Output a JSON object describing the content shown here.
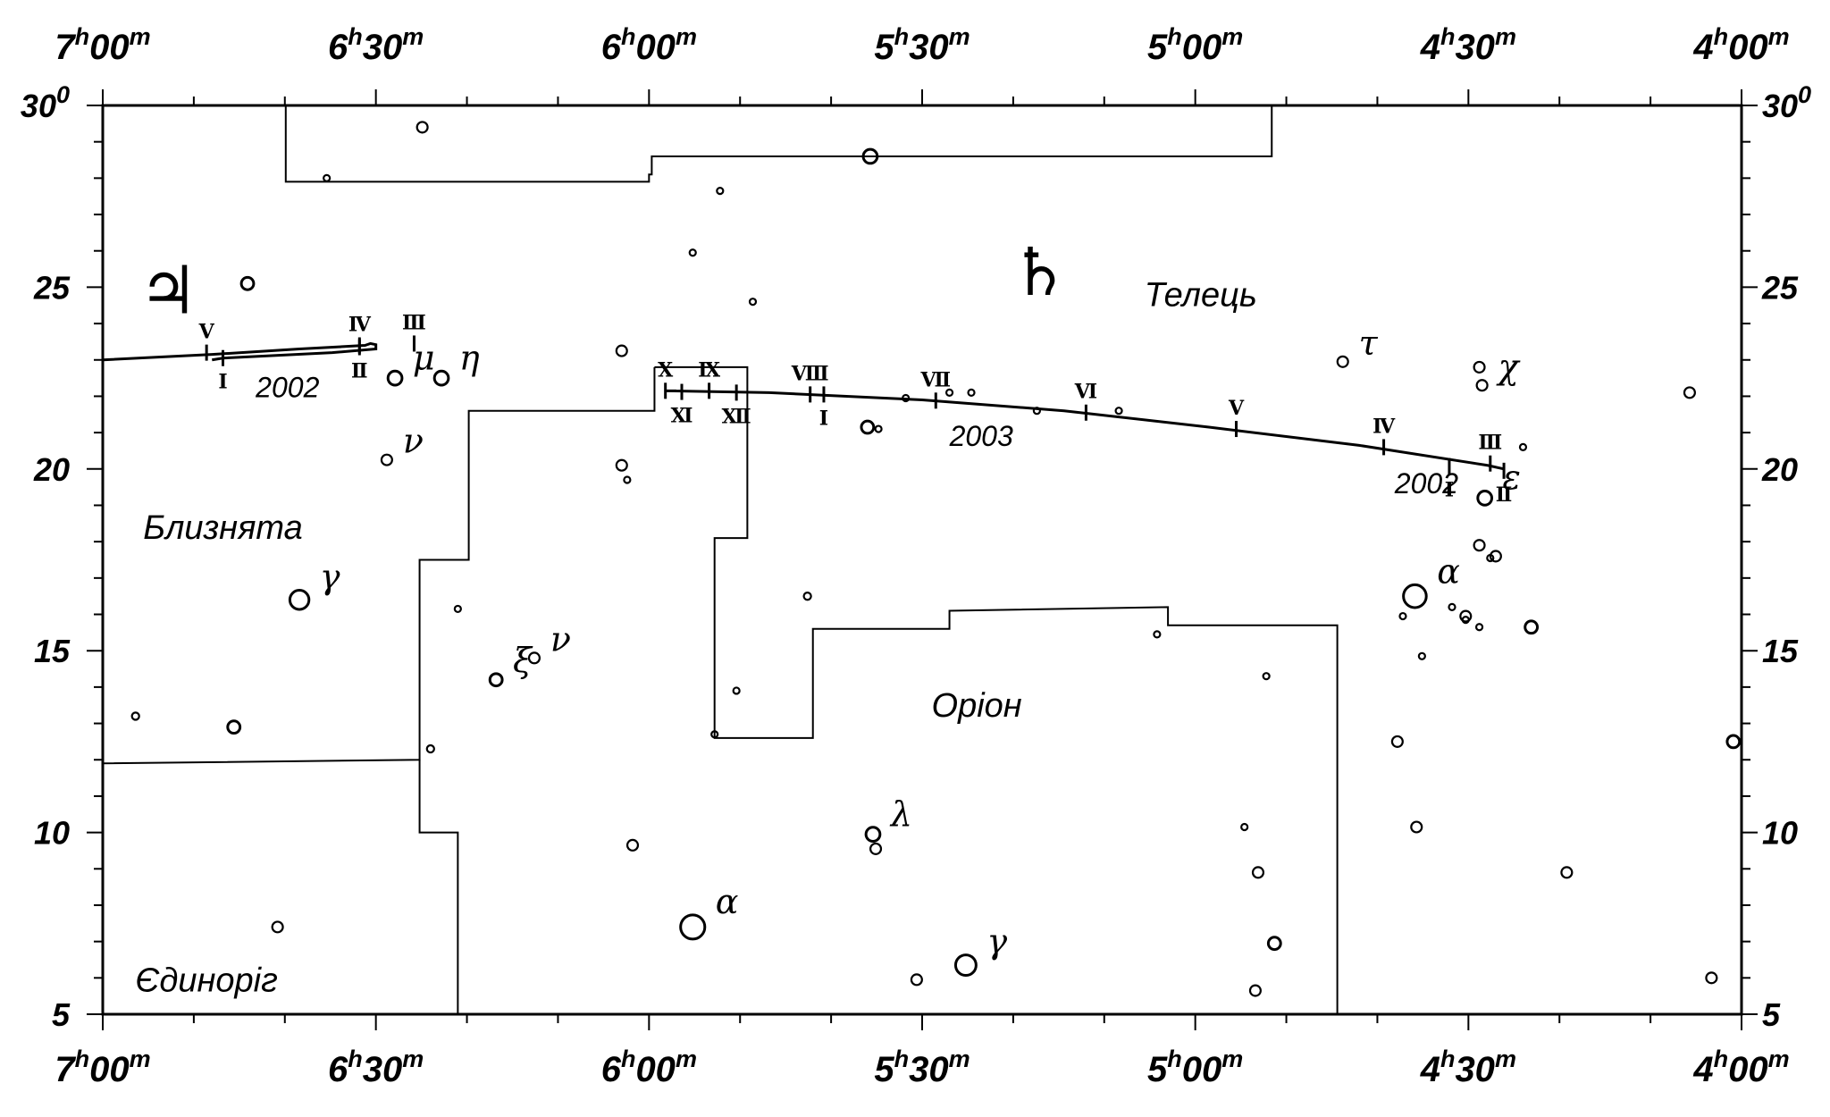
{
  "chart_data": {
    "type": "star-chart",
    "ra_axis": {
      "ticks_top": [
        {
          "h": "7",
          "m": "00",
          "ra": 7.0
        },
        {
          "h": "6",
          "m": "30",
          "ra": 6.5
        },
        {
          "h": "6",
          "m": "00",
          "ra": 6.0
        },
        {
          "h": "5",
          "m": "30",
          "ra": 5.5
        },
        {
          "h": "5",
          "m": "00",
          "ra": 5.0
        },
        {
          "h": "4",
          "m": "30",
          "ra": 4.5
        },
        {
          "h": "4",
          "m": "00",
          "ra": 4.0
        }
      ],
      "range": [
        7.0,
        4.0
      ],
      "h_sup": "h",
      "m_sup": "m"
    },
    "dec_axis": {
      "ticks": [
        {
          "label": "30",
          "dec": 30
        },
        {
          "label": "25",
          "dec": 25
        },
        {
          "label": "20",
          "dec": 20
        },
        {
          "label": "15",
          "dec": 15
        },
        {
          "label": "10",
          "dec": 10
        },
        {
          "label": "5",
          "dec": 5
        }
      ],
      "range": [
        5,
        30
      ],
      "deg_sup": "0"
    },
    "constellation_labels": [
      {
        "text": "Телець",
        "ra": 4.99,
        "dec": 24.8
      },
      {
        "text": "Близнята",
        "ra": 6.78,
        "dec": 18.4
      },
      {
        "text": "Оріон",
        "ra": 5.4,
        "dec": 13.5
      },
      {
        "text": "Єдиноріг",
        "ra": 6.81,
        "dec": 5.95
      }
    ],
    "boundaries": [
      [
        [
          6.665,
          30.0
        ],
        [
          6.665,
          27.9
        ],
        [
          6.0,
          27.9
        ],
        [
          6.0,
          27.9
        ],
        [
          6.0,
          28.1
        ],
        [
          5.995,
          28.1
        ],
        [
          5.995,
          28.6
        ],
        [
          4.86,
          28.6
        ],
        [
          4.86,
          30.0
        ]
      ],
      [
        [
          7.0,
          23.0
        ]
      ],
      [
        [
          5.99,
          22.8
        ],
        [
          5.99,
          21.6
        ],
        [
          6.33,
          21.6
        ],
        [
          6.33,
          17.5
        ],
        [
          6.42,
          17.5
        ],
        [
          6.42,
          12.0
        ],
        [
          7.0,
          11.9
        ]
      ],
      [
        [
          5.99,
          22.8
        ],
        [
          5.82,
          22.8
        ],
        [
          5.82,
          18.1
        ],
        [
          5.88,
          18.1
        ],
        [
          5.88,
          12.6
        ],
        [
          5.7,
          12.6
        ],
        [
          5.7,
          15.6
        ],
        [
          5.45,
          15.6
        ],
        [
          5.45,
          16.1
        ],
        [
          5.05,
          16.2
        ],
        [
          5.05,
          15.7
        ],
        [
          4.74,
          15.7
        ],
        [
          4.74,
          5.0
        ]
      ],
      [
        [
          6.42,
          12.0
        ],
        [
          6.42,
          10.0
        ],
        [
          6.35,
          10.0
        ],
        [
          6.35,
          5.0
        ]
      ]
    ],
    "saturn_track": {
      "points": [
        [
          4.435,
          20.0
        ],
        [
          4.465,
          20.1
        ],
        [
          4.7,
          20.65
        ],
        [
          4.975,
          21.15
        ],
        [
          5.24,
          21.6
        ],
        [
          5.5,
          21.9
        ],
        [
          5.78,
          22.1
        ],
        [
          5.97,
          22.15
        ],
        [
          5.95,
          22.15
        ]
      ],
      "months": [
        {
          "label": "Ⅰ",
          "ra": 4.535,
          "dec": 20.08,
          "pos": "below"
        },
        {
          "label": "Ⅱ",
          "ra": 4.435,
          "dec": 19.95,
          "pos": "below"
        },
        {
          "label": "Ⅲ",
          "ra": 4.46,
          "dec": 20.15,
          "pos": "above"
        },
        {
          "label": "Ⅳ",
          "ra": 4.655,
          "dec": 20.6,
          "pos": "above"
        },
        {
          "label": "Ⅴ",
          "ra": 4.925,
          "dec": 21.1,
          "pos": "above"
        },
        {
          "label": "Ⅵ",
          "ra": 5.2,
          "dec": 21.55,
          "pos": "above"
        },
        {
          "label": "Ⅶ",
          "ra": 5.475,
          "dec": 21.88,
          "pos": "above"
        },
        {
          "label": "Ⅷ",
          "ra": 5.705,
          "dec": 22.05,
          "pos": "above"
        },
        {
          "label": "Ⅸ",
          "ra": 5.89,
          "dec": 22.15,
          "pos": "above"
        },
        {
          "label": "Ⅹ",
          "ra": 5.97,
          "dec": 22.15,
          "pos": "above"
        },
        {
          "label": "Ⅺ",
          "ra": 5.94,
          "dec": 22.12,
          "pos": "below"
        },
        {
          "label": "Ⅻ",
          "ra": 5.84,
          "dec": 22.1,
          "pos": "below"
        },
        {
          "label": "Ⅰ",
          "ra": 5.68,
          "dec": 22.05,
          "pos": "below"
        }
      ],
      "year_labels": [
        {
          "text": "2002",
          "ra": 4.635,
          "dec": 19.6
        },
        {
          "text": "2003",
          "ra": 5.45,
          "dec": 20.9
        }
      ]
    },
    "jupiter_track": {
      "points": [
        [
          7.0,
          23.0
        ],
        [
          6.8,
          23.15
        ],
        [
          6.64,
          23.3
        ],
        [
          6.52,
          23.4
        ],
        [
          6.51,
          23.45
        ],
        [
          6.5,
          23.42
        ],
        [
          6.5,
          23.3
        ],
        [
          6.58,
          23.2
        ],
        [
          6.78,
          23.05
        ],
        [
          6.8,
          23.0
        ]
      ],
      "months": [
        {
          "label": "Ⅴ",
          "ra": 6.81,
          "dec": 23.2,
          "pos": "above"
        },
        {
          "label": "Ⅳ",
          "ra": 6.53,
          "dec": 23.4,
          "pos": "above"
        },
        {
          "label": "Ⅲ",
          "ra": 6.43,
          "dec": 23.45,
          "pos": "above"
        },
        {
          "label": "Ⅱ",
          "ra": 6.53,
          "dec": 23.35,
          "pos": "below"
        },
        {
          "label": "Ⅰ",
          "ra": 6.78,
          "dec": 23.05,
          "pos": "below"
        }
      ],
      "year_labels": [
        {
          "text": "2002",
          "ra": 6.72,
          "dec": 22.25
        }
      ]
    },
    "planet_symbols": [
      {
        "symbol": "♃",
        "name": "jupiter",
        "ra": 6.88,
        "dec": 24.9
      },
      {
        "symbol": "♄",
        "name": "saturn",
        "ra": 5.285,
        "dec": 25.4
      }
    ],
    "stars": [
      {
        "ra": 6.415,
        "dec": 29.4,
        "mag": 4.5
      },
      {
        "ra": 6.59,
        "dec": 28.0,
        "mag": 6.0
      },
      {
        "ra": 5.595,
        "dec": 28.6,
        "mag": 3.5
      },
      {
        "ra": 5.87,
        "dec": 27.65,
        "mag": 6.0
      },
      {
        "ra": 5.92,
        "dec": 25.95,
        "mag": 6.0
      },
      {
        "ra": 5.81,
        "dec": 24.6,
        "mag": 6.0
      },
      {
        "ra": 6.735,
        "dec": 25.1,
        "mag": 4.0
      },
      {
        "ra": 6.05,
        "dec": 23.25,
        "mag": 4.5
      },
      {
        "ra": 6.38,
        "dec": 22.5,
        "mag": 3.5,
        "label": "η"
      },
      {
        "ra": 6.465,
        "dec": 22.5,
        "mag": 3.5,
        "label": "μ"
      },
      {
        "ra": 6.48,
        "dec": 20.25,
        "mag": 4.5,
        "label": "ν"
      },
      {
        "ra": 6.05,
        "dec": 20.1,
        "mag": 4.5
      },
      {
        "ra": 6.04,
        "dec": 19.7,
        "mag": 6.0
      },
      {
        "ra": 6.64,
        "dec": 16.4,
        "mag": 2.0,
        "label": "γ"
      },
      {
        "ra": 6.35,
        "dec": 16.15,
        "mag": 6.0
      },
      {
        "ra": 6.21,
        "dec": 14.8,
        "mag": 4.5,
        "label": "ν"
      },
      {
        "ra": 6.28,
        "dec": 14.2,
        "mag": 4.0,
        "label": "ξ"
      },
      {
        "ra": 6.4,
        "dec": 12.3,
        "mag": 5.5
      },
      {
        "ra": 6.94,
        "dec": 13.2,
        "mag": 5.5
      },
      {
        "ra": 6.76,
        "dec": 12.9,
        "mag": 4.0
      },
      {
        "ra": 6.68,
        "dec": 7.4,
        "mag": 4.5
      },
      {
        "ra": 5.88,
        "dec": 12.7,
        "mag": 6.0
      },
      {
        "ra": 5.84,
        "dec": 13.9,
        "mag": 6.0
      },
      {
        "ra": 5.71,
        "dec": 16.5,
        "mag": 5.5
      },
      {
        "ra": 6.03,
        "dec": 9.65,
        "mag": 4.5
      },
      {
        "ra": 5.92,
        "dec": 7.4,
        "mag": 0.5,
        "label": "α"
      },
      {
        "ra": 5.59,
        "dec": 9.95,
        "mag": 3.5,
        "label": "λ"
      },
      {
        "ra": 5.585,
        "dec": 9.55,
        "mag": 4.5
      },
      {
        "ra": 5.42,
        "dec": 6.35,
        "mag": 1.6,
        "label": "γ"
      },
      {
        "ra": 5.51,
        "dec": 5.95,
        "mag": 4.5
      },
      {
        "ra": 5.6,
        "dec": 21.15,
        "mag": 4.0
      },
      {
        "ra": 5.58,
        "dec": 21.1,
        "mag": 6.0
      },
      {
        "ra": 5.53,
        "dec": 21.95,
        "mag": 6.0
      },
      {
        "ra": 5.45,
        "dec": 22.1,
        "mag": 6.0
      },
      {
        "ra": 5.29,
        "dec": 21.6,
        "mag": 6.0
      },
      {
        "ra": 5.41,
        "dec": 22.1,
        "mag": 6.0
      },
      {
        "ra": 5.14,
        "dec": 21.6,
        "mag": 6.0
      },
      {
        "ra": 4.73,
        "dec": 22.95,
        "mag": 4.5,
        "label": "τ"
      },
      {
        "ra": 4.48,
        "dec": 22.8,
        "mag": 4.5
      },
      {
        "ra": 4.475,
        "dec": 22.3,
        "mag": 4.5,
        "label": "χ"
      },
      {
        "ra": 4.4,
        "dec": 20.6,
        "mag": 6.0
      },
      {
        "ra": 4.47,
        "dec": 19.2,
        "mag": 3.5,
        "label": "ε"
      },
      {
        "ra": 4.48,
        "dec": 17.9,
        "mag": 4.5
      },
      {
        "ra": 4.46,
        "dec": 17.55,
        "mag": 6.0
      },
      {
        "ra": 4.45,
        "dec": 17.6,
        "mag": 4.5
      },
      {
        "ra": 4.598,
        "dec": 16.5,
        "mag": 0.9,
        "label": "α"
      },
      {
        "ra": 4.62,
        "dec": 15.95,
        "mag": 6.0
      },
      {
        "ra": 4.53,
        "dec": 16.2,
        "mag": 6.0
      },
      {
        "ra": 4.505,
        "dec": 15.95,
        "mag": 4.5
      },
      {
        "ra": 4.505,
        "dec": 15.85,
        "mag": 6.0
      },
      {
        "ra": 4.48,
        "dec": 15.65,
        "mag": 6.0
      },
      {
        "ra": 4.385,
        "dec": 15.65,
        "mag": 4.0
      },
      {
        "ra": 4.585,
        "dec": 14.85,
        "mag": 6.0
      },
      {
        "ra": 4.63,
        "dec": 12.5,
        "mag": 4.5
      },
      {
        "ra": 4.595,
        "dec": 10.15,
        "mag": 4.5
      },
      {
        "ra": 5.07,
        "dec": 15.45,
        "mag": 6.0
      },
      {
        "ra": 4.87,
        "dec": 14.3,
        "mag": 6.0
      },
      {
        "ra": 4.91,
        "dec": 10.15,
        "mag": 6.0
      },
      {
        "ra": 4.885,
        "dec": 8.9,
        "mag": 4.5
      },
      {
        "ra": 4.855,
        "dec": 6.95,
        "mag": 4.0
      },
      {
        "ra": 4.89,
        "dec": 5.65,
        "mag": 4.5
      },
      {
        "ra": 4.32,
        "dec": 8.9,
        "mag": 4.5
      },
      {
        "ra": 4.095,
        "dec": 22.1,
        "mag": 4.5
      },
      {
        "ra": 4.015,
        "dec": 12.5,
        "mag": 4.0
      },
      {
        "ra": 4.055,
        "dec": 6.0,
        "mag": 4.5
      }
    ]
  }
}
